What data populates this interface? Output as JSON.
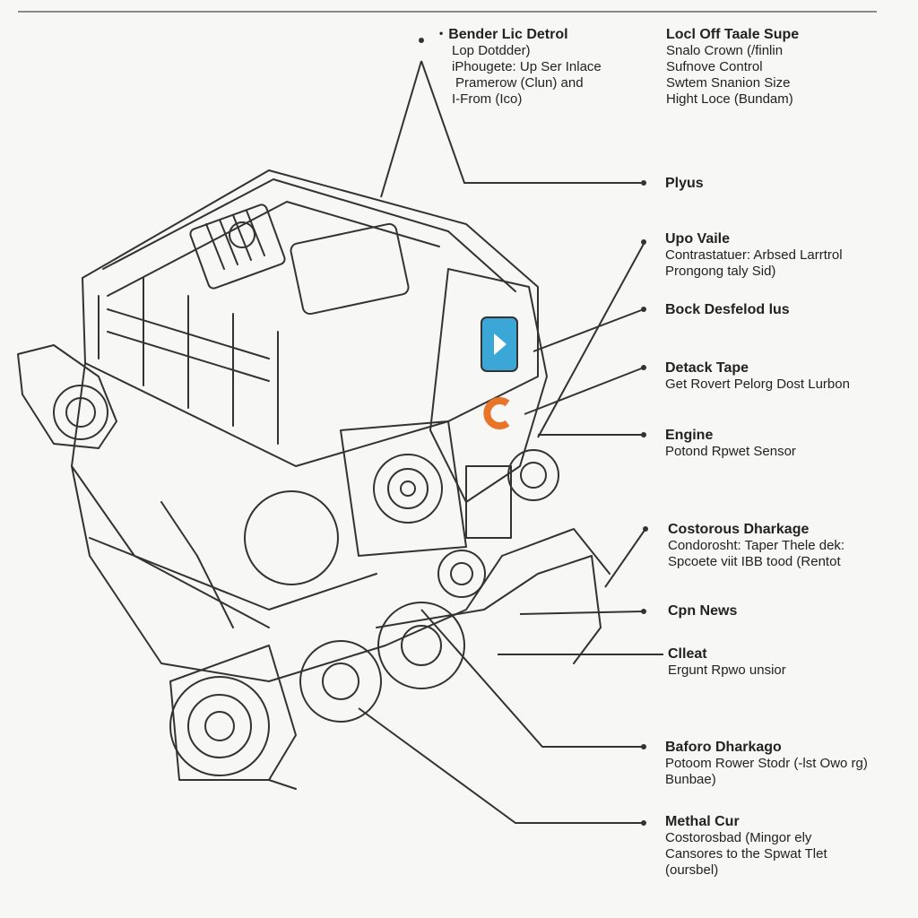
{
  "colors": {
    "line": "#333333",
    "accent_blue": "#3aa7d6",
    "accent_orange": "#e8742a"
  },
  "labels": [
    {
      "id": "bender",
      "title": "Bender Lic Detrol",
      "lines": [
        "Lop Dotdder)",
        "iPhougete: Up Ser Inlace",
        "Pramerow (Clun) and",
        "I-From (Ico)"
      ]
    },
    {
      "id": "locl",
      "title": "Locl Off Taale Supe",
      "lines": [
        "Snalo Crown (/finlin",
        "Sufnove Control",
        "Swtem Snanion Size",
        "Hight Loce (Bundam)"
      ]
    },
    {
      "id": "plyus",
      "title": "Plyus",
      "lines": []
    },
    {
      "id": "upo",
      "title": "Upo Vaile",
      "lines": [
        "Contrastatuer: Arbsed Larrtrol",
        "Prongong taly Sid)"
      ]
    },
    {
      "id": "bock",
      "title": "Bock Desfelod lus",
      "lines": []
    },
    {
      "id": "detack",
      "title": "Detack Tape",
      "lines": [
        "Get Rovert Pelorg Dost Lurbon"
      ]
    },
    {
      "id": "engine",
      "title": "Engine",
      "lines": [
        "Potond Rpwet Sensor"
      ]
    },
    {
      "id": "costorous",
      "title": "Costorous Dharkage",
      "lines": [
        "Condorosht: Taper Thele dek:",
        "Spcoete viit IBB tood (Rentot"
      ]
    },
    {
      "id": "cpn",
      "title": "Cpn News",
      "lines": []
    },
    {
      "id": "clleat",
      "title": "Clleat",
      "lines": [
        "Ergunt Rpwo unsior"
      ]
    },
    {
      "id": "baforo",
      "title": "Baforo Dharkago",
      "lines": [
        "Potoom Rower Stodr (-lst Owo rg)",
        "Bunbae)"
      ]
    },
    {
      "id": "methal",
      "title": "Methal Cur",
      "lines": [
        "Costorosbad (Mingor ely",
        "Cansores to the Spwat Tlet",
        "(oursbel)"
      ]
    }
  ]
}
